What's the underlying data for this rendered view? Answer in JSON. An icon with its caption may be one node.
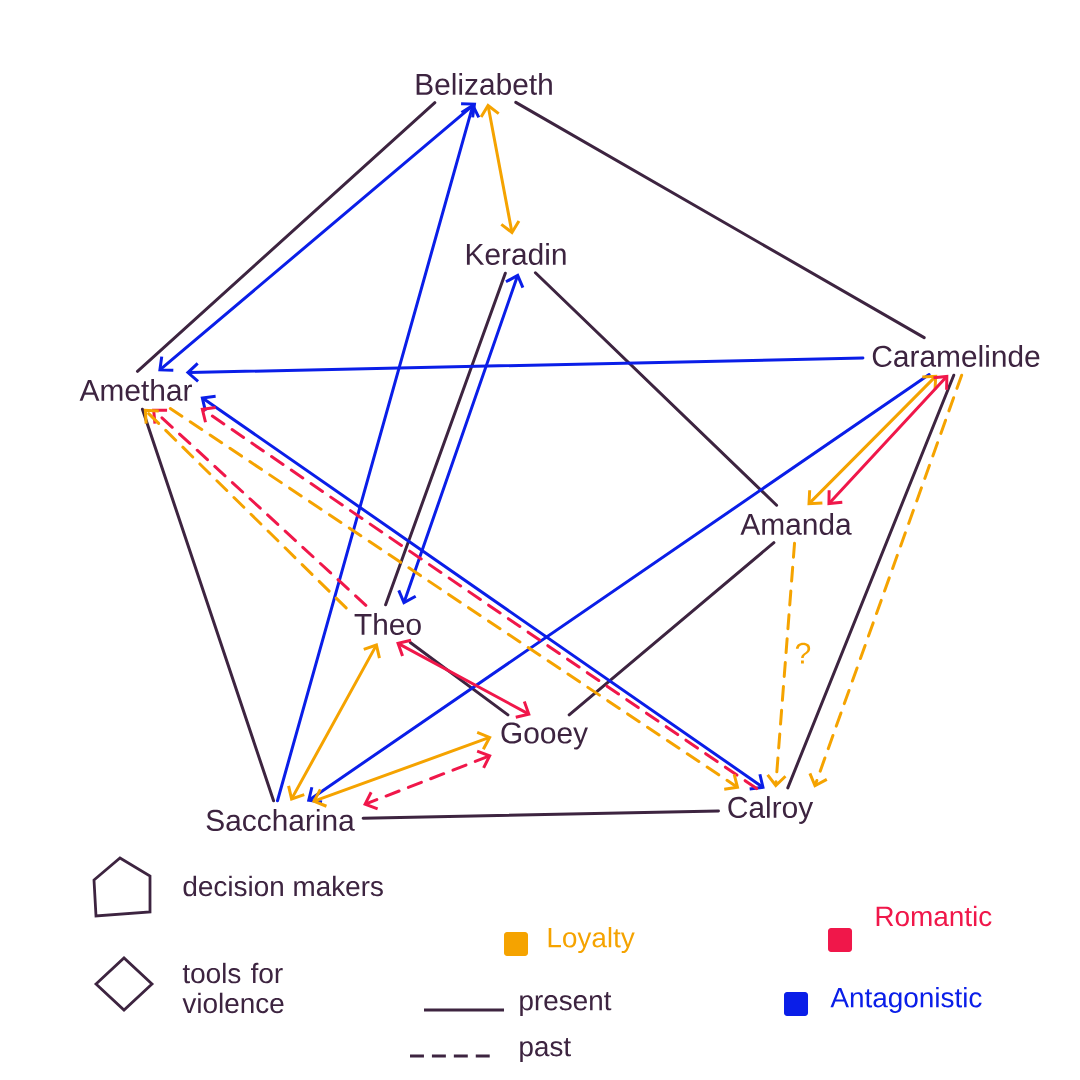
{
  "diagram": {
    "nodes": [
      {
        "text": [
          "Belizabeth"
        ]
      },
      {
        "text": [
          "Keradin"
        ]
      },
      {
        "text": [
          "Amethar"
        ]
      },
      {
        "text": [
          "Caramelinde"
        ]
      },
      {
        "text": [
          "Theo"
        ]
      },
      {
        "text": [
          "Amanda"
        ]
      },
      {
        "text": [
          "Gooey"
        ]
      },
      {
        "text": [
          "Saccharina"
        ]
      },
      {
        "text": [
          "Calroy"
        ]
      }
    ],
    "edges": [
      {
        "from": 0,
        "to": 3,
        "arrow": "none"
      },
      {
        "from": 3,
        "to": 8,
        "arrow": "none"
      },
      {
        "from": 7,
        "to": 8,
        "arrow": "none"
      },
      {
        "from": 7,
        "to": 2,
        "arrow": "none"
      },
      {
        "from": 2,
        "to": 0,
        "arrow": "none"
      },
      {
        "from": 1,
        "to": 5,
        "arrow": "none"
      },
      {
        "from": 1,
        "to": 4,
        "arrow": "none"
      },
      {
        "from": 4,
        "to": 6,
        "arrow": "none"
      },
      {
        "from": 6,
        "to": 5,
        "arrow": "none"
      },
      {
        "from": 0,
        "to": 1,
        "arrow": "both",
        "color": "#f5a300"
      },
      {
        "from": 2,
        "to": 0,
        "arrow": "both",
        "color": "#0a1ee8"
      },
      {
        "from": 7,
        "to": 0,
        "arrow": "to",
        "color": "#0a1ee8"
      },
      {
        "from": 1,
        "to": 4,
        "arrow": "both",
        "color": "#0a1ee8"
      },
      {
        "from": 3,
        "to": 2,
        "arrow": "to",
        "color": "#0a1ee8"
      },
      {
        "from": 3,
        "to": 7,
        "arrow": "to",
        "color": "#0a1ee8"
      },
      {
        "from": 2,
        "to": 8,
        "arrow": "both",
        "color": "#0a1ee8"
      },
      {
        "from": 8,
        "to": 2,
        "arrow": "to",
        "style": "dashed",
        "color": "#f0174a"
      },
      {
        "from": 2,
        "to": 8,
        "arrow": "to",
        "style": "dashed",
        "color": "#f5a300"
      },
      {
        "from": 4,
        "to": 2,
        "arrow": "to",
        "style": "dashed",
        "color": "#f0174a"
      },
      {
        "from": 4,
        "to": 2,
        "arrow": "to",
        "style": "dashed",
        "color": "#f5a300"
      },
      {
        "from": 3,
        "to": 5,
        "arrow": "both",
        "color": "#f5a300"
      },
      {
        "from": 3,
        "to": 5,
        "arrow": "both",
        "color": "#f0174a"
      },
      {
        "from": 5,
        "to": 8,
        "arrow": "to",
        "style": "dashed",
        "color": "#f5a300",
        "label": "?"
      },
      {
        "from": 3,
        "to": 8,
        "arrow": "to",
        "style": "dashed",
        "color": "#f5a300"
      },
      {
        "from": 4,
        "to": 7,
        "arrow": "both",
        "color": "#f5a300"
      },
      {
        "from": 4,
        "to": 6,
        "arrow": "both",
        "color": "#f0174a"
      },
      {
        "from": 6,
        "to": 7,
        "arrow": "both",
        "color": "#f5a300"
      },
      {
        "from": 6,
        "to": 7,
        "arrow": "both",
        "style": "dashed",
        "color": "#f0174a"
      }
    ],
    "legend": [
      {
        "text": "decision makers"
      },
      {
        "text": "tools for violence"
      },
      {
        "text": "Loyalty",
        "color": "#f5a300"
      },
      {
        "text": "present"
      },
      {
        "text": "past"
      },
      {
        "text": "Romantic",
        "color": "#f0174a"
      },
      {
        "text": "Antagonistic",
        "color": "#0a1ee8"
      }
    ]
  }
}
